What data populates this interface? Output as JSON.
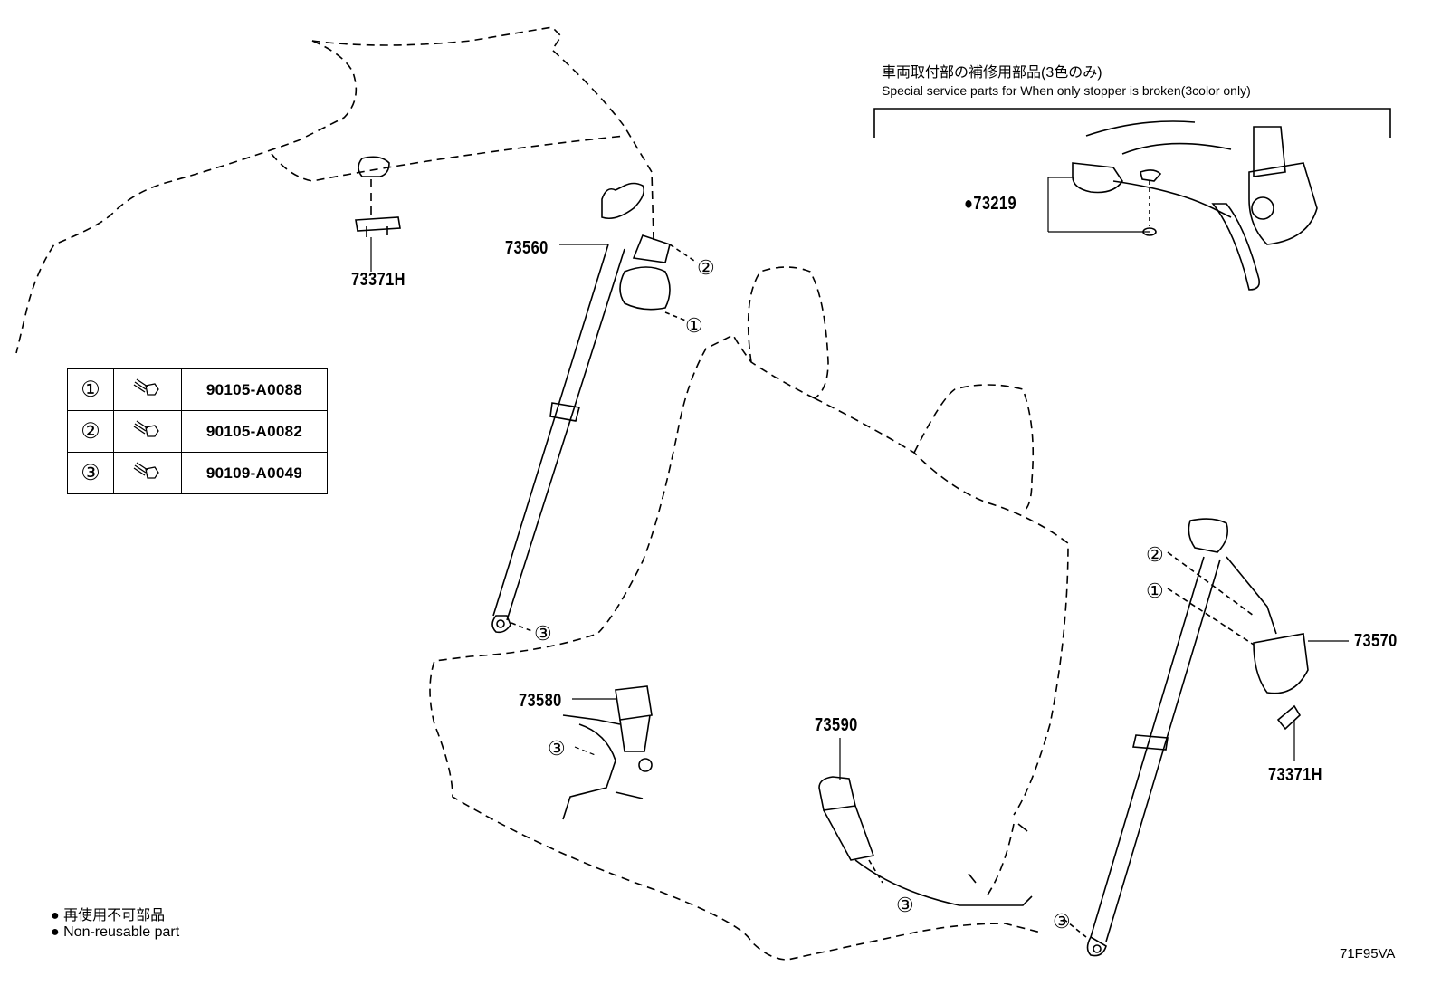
{
  "header": {
    "jp": "車両取付部の補修用部品(3色のみ)",
    "en": "Special service parts for When only stopper is broken(3color only)"
  },
  "parts": {
    "p73371h_left": "73371H",
    "p73560": "73560",
    "p73219": "●73219",
    "p73580": "73580",
    "p73590": "73590",
    "p73570": "73570",
    "p73371h_right": "73371H"
  },
  "callouts": {
    "c1": "①",
    "c2": "②",
    "c3": "③"
  },
  "bolt_table": {
    "rows": [
      {
        "num": "①",
        "icon": "bolt-icon",
        "part": "90105-A0088"
      },
      {
        "num": "②",
        "icon": "bolt-icon",
        "part": "90105-A0082"
      },
      {
        "num": "③",
        "icon": "bolt-icon",
        "part": "90109-A0049"
      }
    ]
  },
  "legend": {
    "jp": "● 再使用不可部品",
    "en": "● Non-reusable part"
  },
  "figure_id": "71F95VA"
}
